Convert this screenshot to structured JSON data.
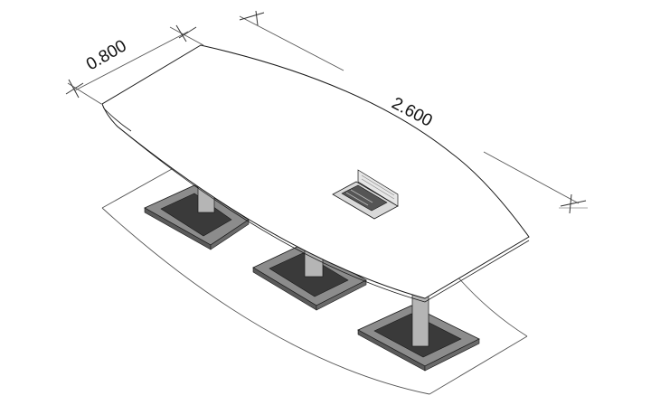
{
  "dimensions": {
    "depth_label": "0.800",
    "length_label": "2.600"
  },
  "colors": {
    "outline": "#1a1a1a",
    "tabletop": "#ffffff",
    "base_light": "#8c8c8c",
    "base_dark": "#3a3a3a",
    "post": "#b5b5b5",
    "dimension_line": "#6a6a6a"
  },
  "components": {
    "tabletop": "boat-shaped-table-top",
    "cable_port": "pop-up-cable-box",
    "bases": [
      "square-pedestal-base",
      "square-pedestal-base",
      "square-pedestal-base"
    ]
  }
}
